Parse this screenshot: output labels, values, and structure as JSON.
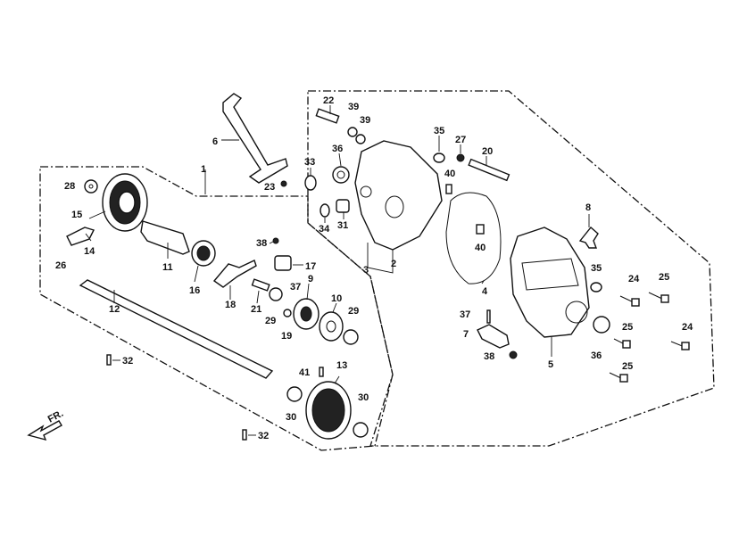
{
  "diagram": {
    "direction_label": "FR.",
    "labels": {
      "l1": "1",
      "l2": "2",
      "l3": "3",
      "l4": "4",
      "l5": "5",
      "l6": "6",
      "l7": "7",
      "l8": "8",
      "l9": "9",
      "l10": "10",
      "l11": "11",
      "l12": "12",
      "l13": "13",
      "l14": "14",
      "l15": "15",
      "l16": "16",
      "l17": "17",
      "l18": "18",
      "l19": "19",
      "l20": "20",
      "l21": "21",
      "l22": "22",
      "l23": "23",
      "l24a": "24",
      "l24b": "24",
      "l25a": "25",
      "l25b": "25",
      "l25c": "25",
      "l26": "26",
      "l27": "27",
      "l28": "28",
      "l29a": "29",
      "l29b": "29",
      "l30a": "30",
      "l30b": "30",
      "l31": "31",
      "l32a": "32",
      "l32b": "32",
      "l33": "33",
      "l34": "34",
      "l35a": "35",
      "l35b": "35",
      "l36a": "36",
      "l36b": "36",
      "l37a": "37",
      "l37b": "37",
      "l38a": "38",
      "l38b": "38",
      "l39a": "39",
      "l39b": "39",
      "l40a": "40",
      "l40b": "40",
      "l41": "41"
    }
  }
}
